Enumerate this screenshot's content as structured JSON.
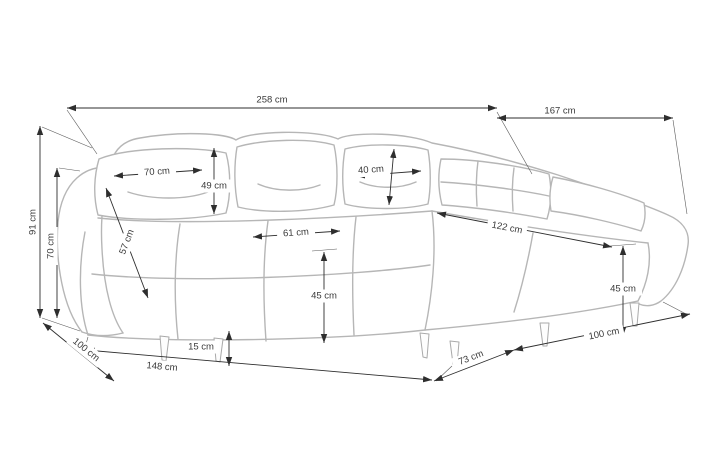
{
  "diagram": {
    "subject": "corner-sofa-dimension-drawing",
    "unit": "cm",
    "colors": {
      "drawing_line": "#b6b6b6",
      "dimension_line": "#2e2e2e",
      "text": "#3a3a3a",
      "background": "#ffffff"
    },
    "dims": {
      "total_width": "258 cm",
      "chaise_length": "167 cm",
      "back_height": "91 cm",
      "arm_height": "70 cm",
      "back_cushion_width": "70 cm",
      "back_cushion_height": "49 cm",
      "arm_depth": "57 cm",
      "seat_cushion_width": "61 cm",
      "small_cushion_size": "40 cm",
      "chaise_seat_length": "122 cm",
      "seat_height": "45 cm",
      "seat_height_right": "45 cm",
      "leg_height": "15 cm",
      "front_edge_length": "148 cm",
      "depth_left": "100 cm",
      "corner_width": "73 cm",
      "depth_right": "100 cm"
    }
  }
}
